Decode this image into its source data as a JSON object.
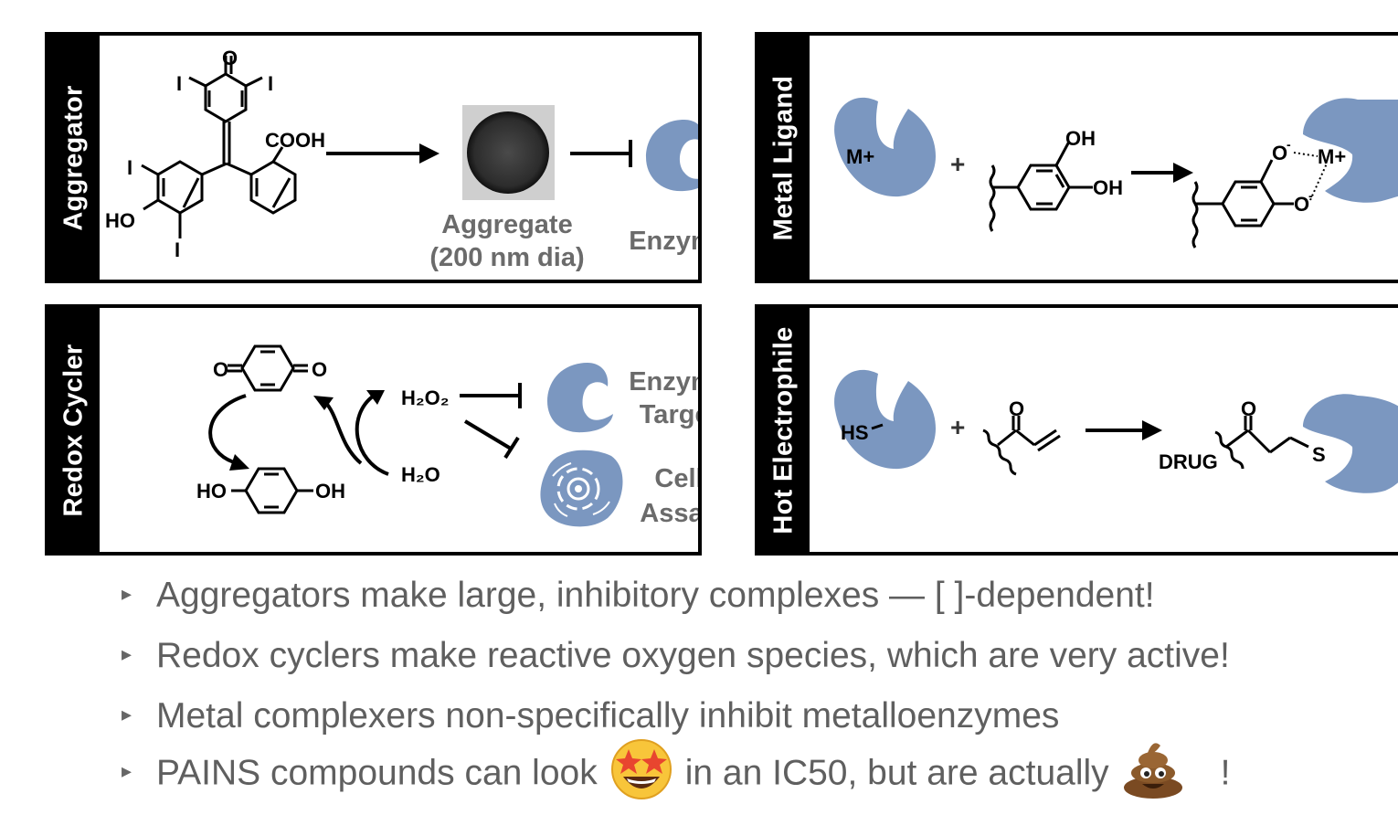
{
  "panels": {
    "aggregator": {
      "title": "Aggregator",
      "aggregate_label_1": "Aggregate",
      "aggregate_label_2": "(200 nm dia)",
      "enzyme_label": "Enzyme",
      "cooh": "COOH",
      "ho": "HO",
      "o": "O",
      "i": "I"
    },
    "metal_ligand": {
      "title": "Metal Ligand",
      "metal": "M+",
      "plus": "+",
      "oh": "OH",
      "o_minus": "O",
      "minus": "-"
    },
    "redox_cycler": {
      "title": "Redox Cycler",
      "h2o2": "H₂O₂",
      "h2o": "H₂O",
      "ho": "HO",
      "oh": "OH",
      "o": "O",
      "enzyme_target_1": "Enzyme",
      "enzyme_target_2": "Target",
      "cell_assay_1": "Cell",
      "cell_assay_2": "Assay"
    },
    "hot_electrophile": {
      "title": "Hot Electrophile",
      "hs": "HS",
      "plus": "+",
      "o": "O",
      "drug": "DRUG",
      "s": "S"
    }
  },
  "bullets": [
    {
      "text": "Aggregators make large, inhibitory complexes — [ ]-dependent!"
    },
    {
      "text": "Redox cyclers make reactive oxygen species, which are very active!"
    },
    {
      "text": "Metal complexers non-specifically inhibit metalloenzymes"
    },
    {
      "pre": "PAINS compounds can look",
      "mid": "in an IC50, but are actually",
      "post": "!",
      "emoji_1": "star-struck-emoji",
      "emoji_2": "pile-of-poo-emoji"
    }
  ],
  "bullet_marker": "▸",
  "colors": {
    "enzyme": "#7b97c0",
    "text_gray": "#5f5f5f",
    "label_gray": "#6b6b6b"
  }
}
